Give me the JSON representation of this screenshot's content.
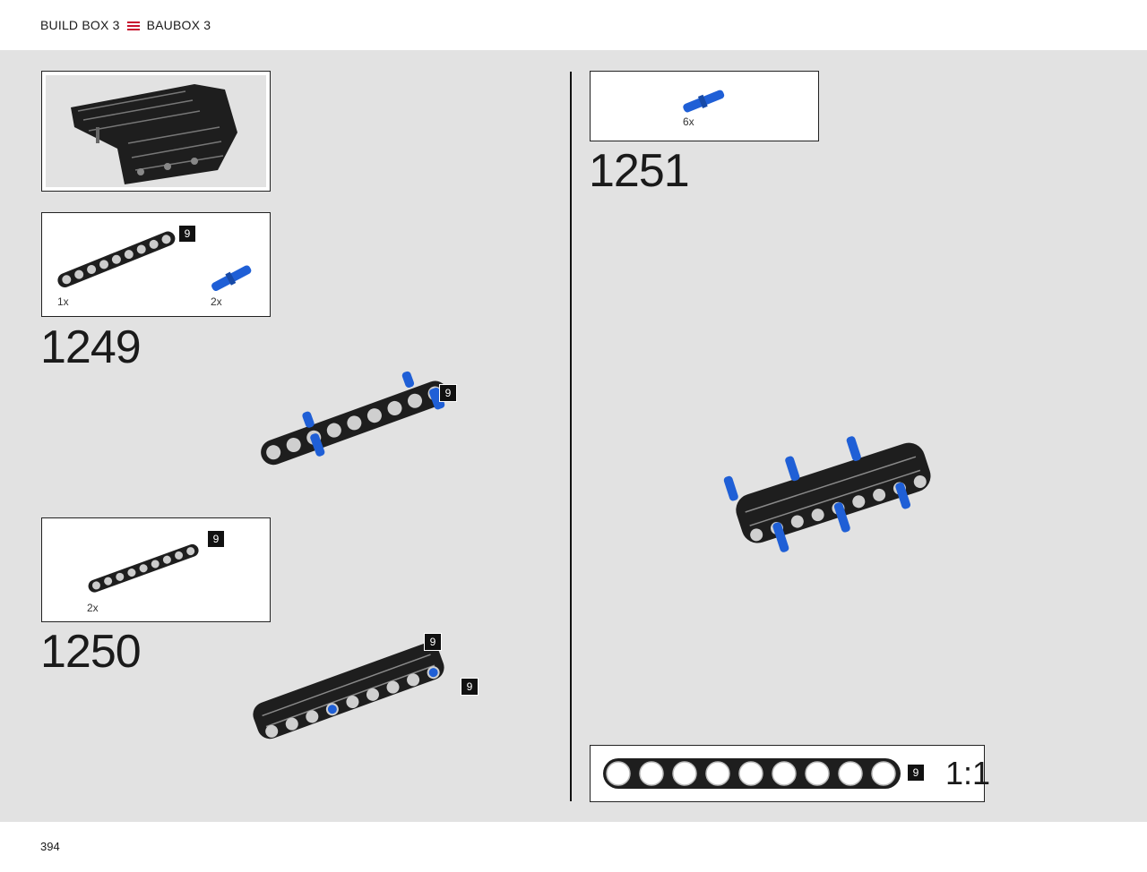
{
  "header": {
    "build_box_en": "BUILD BOX 3",
    "build_box_de": "BAUBOX 3"
  },
  "footer": {
    "page_number": "394"
  },
  "steps": [
    {
      "number": "1249",
      "parts": [
        {
          "qty": "1x",
          "name": "black-beam-icon",
          "badge": "9"
        },
        {
          "qty": "2x",
          "name": "blue-pin-icon"
        }
      ],
      "callouts": [
        "9"
      ]
    },
    {
      "number": "1250",
      "parts": [
        {
          "qty": "2x",
          "name": "black-beam-icon",
          "badge": "9"
        }
      ],
      "callouts": [
        "9",
        "9"
      ]
    },
    {
      "number": "1251",
      "parts": [
        {
          "qty": "6x",
          "name": "blue-pin-icon"
        }
      ]
    }
  ],
  "scale_ruler": {
    "badge": "9",
    "ratio": "1:1"
  },
  "colors": {
    "accent": "#c8102e",
    "beam": "#1e1e1e",
    "pin": "#1f5fd6",
    "background": "#e2e2e2"
  }
}
